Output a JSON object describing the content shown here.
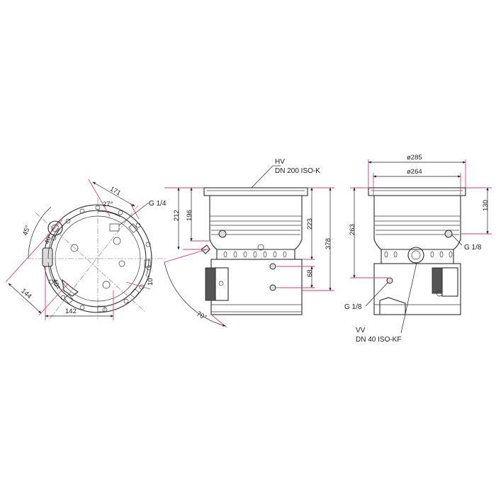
{
  "colors": {
    "line": "#2a2a2a",
    "extension": "#d2456b",
    "background": "#ffffff"
  },
  "bottom_view": {
    "dims": {
      "d171": "171",
      "a27": "27°",
      "a45": "45°",
      "a40a": "40°",
      "a40b": "40°",
      "a10": "10°",
      "d144": "144",
      "d142": "142"
    },
    "labels": {
      "g14": "G 1/4"
    }
  },
  "side_view": {
    "dims": {
      "d212": "212",
      "d196": "196",
      "d223": "223",
      "d378": "378",
      "d68": "68",
      "a70": "70°"
    },
    "labels": {
      "hv": "HV",
      "hv_flange": "DN 200 ISO-K"
    }
  },
  "front_view": {
    "dims": {
      "d285": "ø285",
      "d264": "ø264",
      "d263": "263",
      "d130": "130"
    },
    "labels": {
      "g18_right": "G 1/8",
      "g18_left": "G 1/8",
      "vv": "VV",
      "vv_flange": "DN 40 ISO-KF"
    }
  }
}
